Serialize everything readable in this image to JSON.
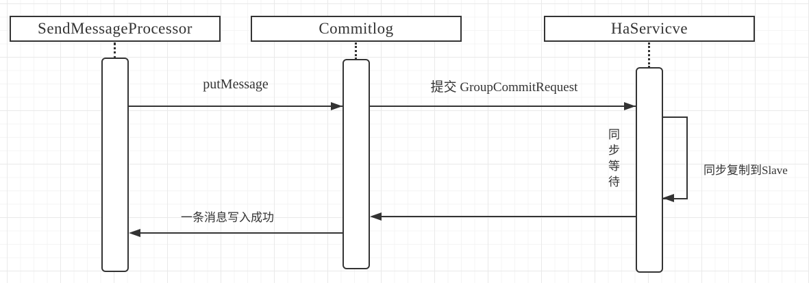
{
  "diagram": {
    "type": "uml-sequence",
    "participants": [
      {
        "id": "p1",
        "label": "SendMessageProcessor"
      },
      {
        "id": "p2",
        "label": "Commitlog"
      },
      {
        "id": "p3",
        "label": "HaServicve"
      }
    ],
    "messages": [
      {
        "label": "putMessage",
        "from": "SendMessageProcessor",
        "to": "Commitlog",
        "direction": "right"
      },
      {
        "label": "提交 GroupCommitRequest",
        "from": "Commitlog",
        "to": "HaServicve",
        "direction": "right"
      },
      {
        "label": "同步复制到Slave",
        "from": "HaServicve",
        "to": "HaServicve",
        "direction": "self-loop"
      },
      {
        "label": "",
        "from": "HaServicve",
        "to": "Commitlog",
        "direction": "left"
      },
      {
        "label": "一条消息写入成功",
        "from": "Commitlog",
        "to": "SendMessageProcessor",
        "direction": "left"
      }
    ],
    "note": {
      "label": "同步等待",
      "orientation": "vertical",
      "attached_to": "HaServicve"
    },
    "colors": {
      "stroke": "#333333",
      "shape_fill": "#ffffff",
      "background": "#ffffff",
      "grid_minor": "#f4f4f4",
      "grid_major": "#e9e9e9"
    }
  }
}
